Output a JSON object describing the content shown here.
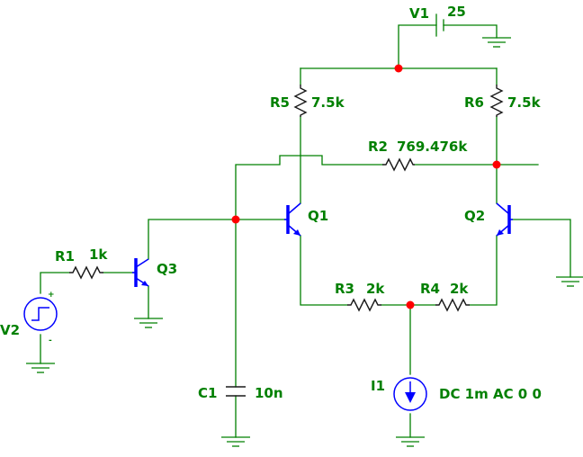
{
  "components": {
    "v1": {
      "name": "V1",
      "value": "25"
    },
    "r5": {
      "name": "R5",
      "value": "7.5k"
    },
    "r6": {
      "name": "R6",
      "value": "7.5k"
    },
    "r2": {
      "name": "R2",
      "value": "769.476k"
    },
    "q1": {
      "name": "Q1"
    },
    "q2": {
      "name": "Q2"
    },
    "r1": {
      "name": "R1",
      "value": "1k"
    },
    "q3": {
      "name": "Q3"
    },
    "v2": {
      "name": "V2",
      "plus": "+",
      "minus": "-"
    },
    "r3": {
      "name": "R3",
      "value": "2k"
    },
    "r4": {
      "name": "R4",
      "value": "2k"
    },
    "c1": {
      "name": "C1",
      "value": "10n"
    },
    "i1": {
      "name": "I1",
      "value": "DC 1m AC 0 0"
    }
  },
  "colors": {
    "wire": "#008000",
    "label": "#008000",
    "transistor": "#0000ff",
    "node_dot": "#ff0000",
    "resistor": "#1a1a1a"
  }
}
